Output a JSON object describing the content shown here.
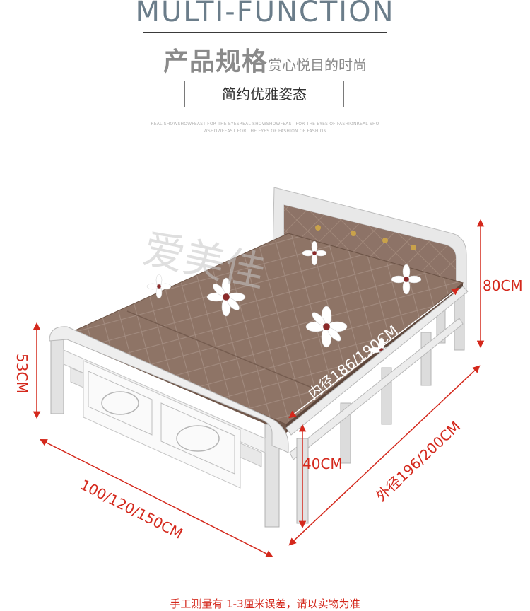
{
  "header": {
    "title": "MULTI-FUNCTION",
    "cn_title": "产品规格",
    "cn_subtitle": "赏心悦目的时尚",
    "tagline": "简约优雅姿态",
    "tiny_line1": "REAL SHOWSHOWFEAST FOR THE EYESREAL SHOWSHOWFEAST FOR THE EYES OF FASHIONREAL SHO",
    "tiny_line2": "WSHOWFEAST FOR THE EYES OF FASHION OF FASHION"
  },
  "watermark": "爱美佳",
  "dimensions": {
    "headboard_height": "80CM",
    "footboard_height": "53CM",
    "inner_length": "内径186/190CM",
    "outer_length": "外径196/200CM",
    "bed_height": "40CM",
    "widths": "100/120/150CM"
  },
  "footer": {
    "note": "手工测量有 1-3厘米误差，请以实物为准"
  },
  "colors": {
    "accent_red": "#d4281c",
    "frame": "#e9e9e9",
    "mattress": "#8e7466",
    "header_blue_gray": "#6b7d8a"
  }
}
